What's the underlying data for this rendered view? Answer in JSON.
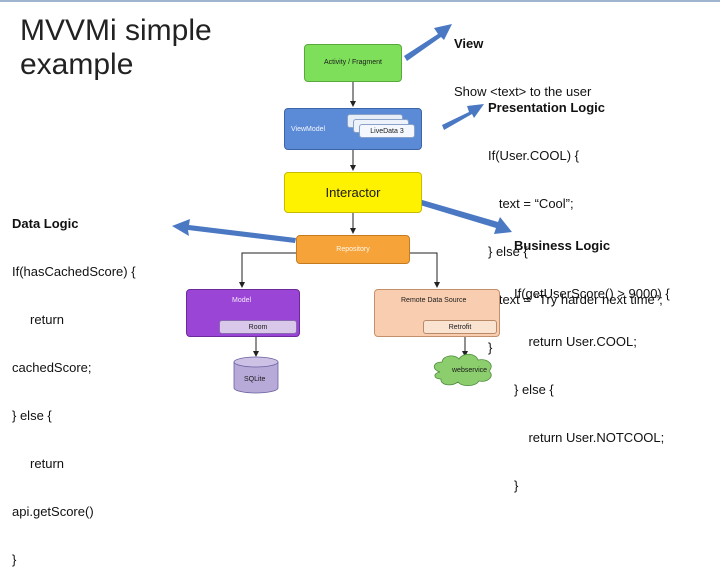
{
  "slide": {
    "title_line1": "MVVMi simple",
    "title_line2": "example"
  },
  "notes": {
    "view": {
      "heading": "View",
      "lines": [
        "Show <text> to the user"
      ]
    },
    "presentation": {
      "heading": "Presentation Logic",
      "lines": [
        "If(User.COOL) {",
        "   text = “Cool”;",
        "} else {",
        "   text = “Try harder next time”;",
        "}"
      ]
    },
    "data": {
      "heading": "Data Logic",
      "lines": [
        "If(hasCachedScore) {",
        "     return",
        "cachedScore;",
        "} else {",
        "     return",
        "api.getScore()",
        "}"
      ]
    },
    "business": {
      "heading": "Business Logic",
      "lines": [
        "If(getUserScore() > 9000) {",
        "    return User.COOL;",
        "} else {",
        "    return User.NOTCOOL;",
        "}"
      ]
    }
  },
  "diagram": {
    "activity": "Activity / Fragment",
    "viewmodel": "ViewModel",
    "livedata": "LiveData 3",
    "interactor": "Interactor",
    "repository": "Repository",
    "model": "Model",
    "room": "Room",
    "remote": "Remote Data Source",
    "retrofit": "Retrofit",
    "sqlite": "SQLite",
    "webservice": "webservice"
  },
  "colors": {
    "activity": "#7ee05a",
    "viewmodel": "#5b8ad6",
    "interactor": "#fef200",
    "repository": "#f6a33a",
    "model": "#9b45d6",
    "remote": "#f9ceb0",
    "sqlite": "#b7aad8",
    "webservice": "#8ccd6e",
    "arrow": "#4a78c2"
  }
}
